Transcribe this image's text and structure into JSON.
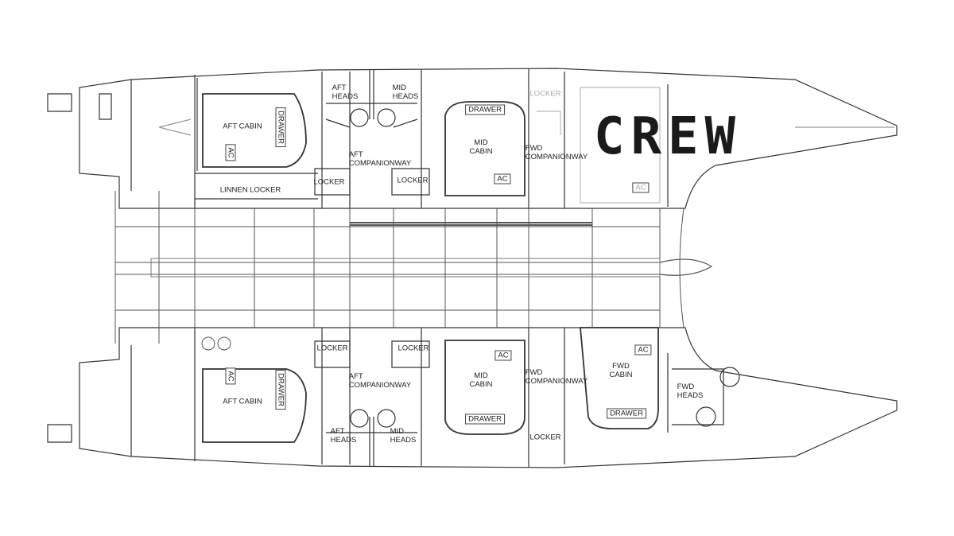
{
  "title_stamp": "CREW",
  "colors": {
    "line": "#333333",
    "faint": "#bbbbbb",
    "stamp": "#1a1a1a"
  },
  "port_hull": {
    "aft_cabin": "AFT CABIN",
    "aft_cabin_drawer": "DRAWER",
    "aft_cabin_ac": "AC",
    "linnen_locker": "LINNEN LOCKER",
    "locker_aft": "LOCKER",
    "aft_heads": [
      "AFT",
      "HEADS"
    ],
    "mid_heads": [
      "MID",
      "HEADS"
    ],
    "aft_companionway": [
      "AFT",
      "COMPANIONWAY"
    ],
    "locker_mid": "LOCKER",
    "mid_cabin_drawer": "DRAWER",
    "mid_cabin": [
      "MID",
      "CABIN"
    ],
    "mid_cabin_ac": "AC",
    "fwd_companionway": [
      "FWD",
      "COMPANIONWAY"
    ],
    "locker_fwd": "LOCKER",
    "crew_ac": "AC"
  },
  "starboard_hull": {
    "aft_cabin": "AFT CABIN",
    "aft_cabin_drawer": "DRAWER",
    "aft_cabin_ac": "AC",
    "locker_aft": "LOCKER",
    "locker_mid": "LOCKER",
    "aft_companionway": [
      "AFT",
      "COMPANIONWAY"
    ],
    "aft_heads": [
      "AFT",
      "HEADS"
    ],
    "mid_heads": [
      "MID",
      "HEADS"
    ],
    "mid_cabin_ac": "AC",
    "mid_cabin": [
      "MID",
      "CABIN"
    ],
    "mid_cabin_drawer": "DRAWER",
    "fwd_companionway": [
      "FWD",
      "COMPANIONWAY"
    ],
    "fwd_cabin": [
      "FWD",
      "CABIN"
    ],
    "fwd_cabin_ac": "AC",
    "fwd_cabin_drawer": "DRAWER",
    "fwd_heads": [
      "FWD",
      "HEADS"
    ],
    "locker_fwd": "LOCKER"
  }
}
